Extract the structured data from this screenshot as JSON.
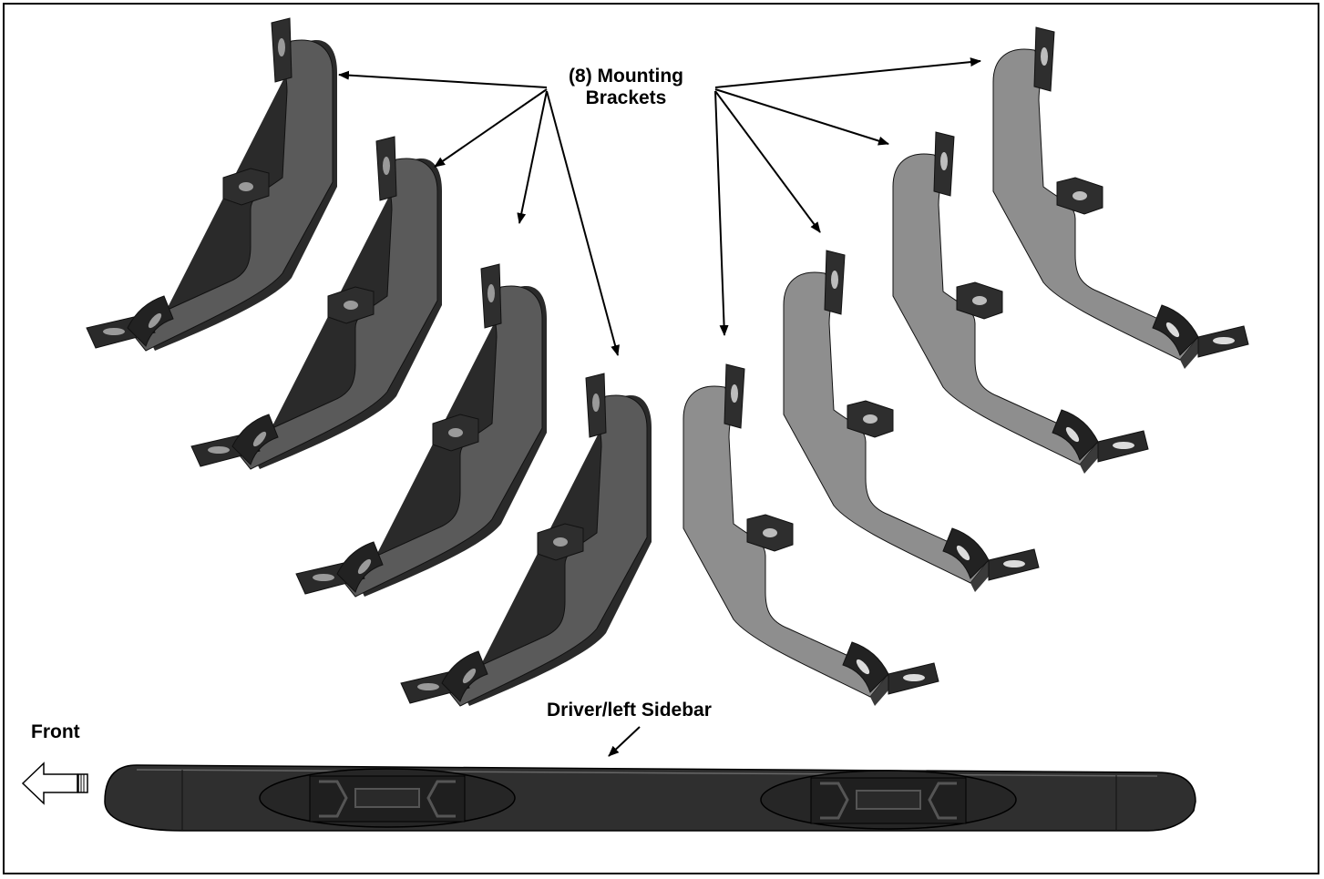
{
  "labels": {
    "brackets_line1": "(8) Mounting",
    "brackets_line2": "Brackets",
    "sidebar": "Driver/left Sidebar",
    "front": "Front"
  },
  "colors": {
    "left_bracket_fill": "#5a5a5a",
    "right_bracket_fill": "#8e8e8e",
    "tab_fill": "#2c2c2c",
    "sidebar_fill": "#2f2f2f",
    "sidebar_pad": "#1f1f1f",
    "outline": "#111111"
  },
  "icons": {
    "direction": "front-arrow-icon"
  }
}
